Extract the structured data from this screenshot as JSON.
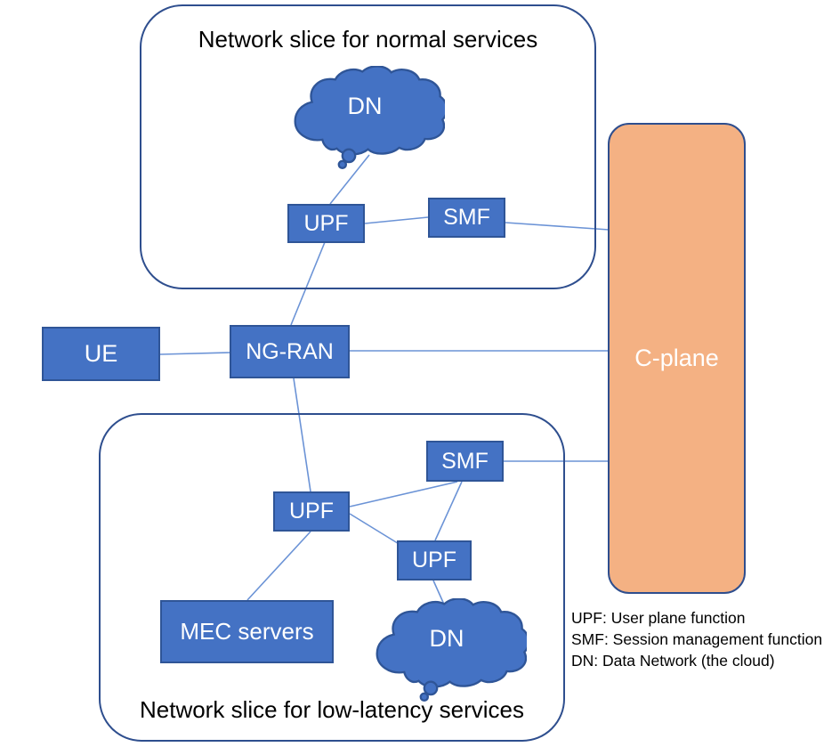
{
  "diagram": {
    "slices": {
      "normal": {
        "title": "Network slice for normal services"
      },
      "low_latency": {
        "title": "Network slice for low-latency services"
      }
    },
    "nodes": {
      "ue": {
        "label": "UE"
      },
      "ng_ran": {
        "label": "NG-RAN"
      },
      "upf_top": {
        "label": "UPF"
      },
      "smf_top": {
        "label": "SMF"
      },
      "dn_top": {
        "label": "DN"
      },
      "upf_mid": {
        "label": "UPF"
      },
      "upf_low": {
        "label": "UPF"
      },
      "smf_low": {
        "label": "SMF"
      },
      "mec": {
        "label": "MEC servers"
      },
      "dn_low": {
        "label": "DN"
      },
      "c_plane": {
        "label": "C-plane"
      }
    },
    "legend": {
      "lines": [
        "UPF: User plane function",
        "SMF: Session management function",
        "DN: Data Network (the cloud)"
      ]
    },
    "colors": {
      "node_fill": "#4472C4",
      "node_stroke": "#2F5597",
      "node_text": "#FFFFFF",
      "slice_stroke": "#2E4E8E",
      "cplane_fill": "#F4B183",
      "connector": "#6B93D6",
      "text": "#000000"
    }
  }
}
